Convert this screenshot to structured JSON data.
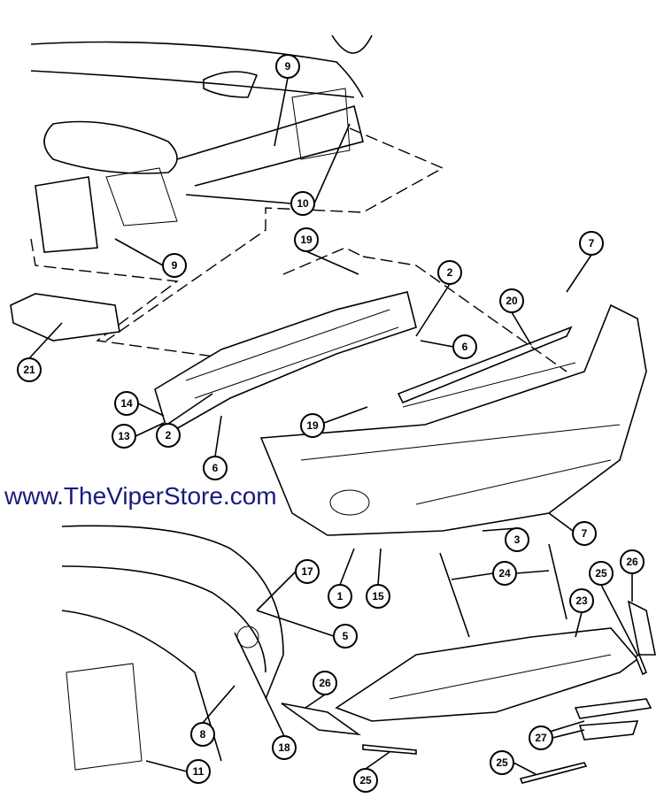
{
  "watermark": "www.TheViperStore.com",
  "accent_color": "#1a1a80",
  "callouts": [
    "9",
    "10",
    "9",
    "19",
    "2",
    "7",
    "20",
    "6",
    "21",
    "14",
    "13",
    "19",
    "2",
    "6",
    "7",
    "3",
    "1",
    "15",
    "24",
    "17",
    "5",
    "25",
    "26",
    "23",
    "26",
    "8",
    "18",
    "11",
    "27",
    "25",
    "25"
  ]
}
